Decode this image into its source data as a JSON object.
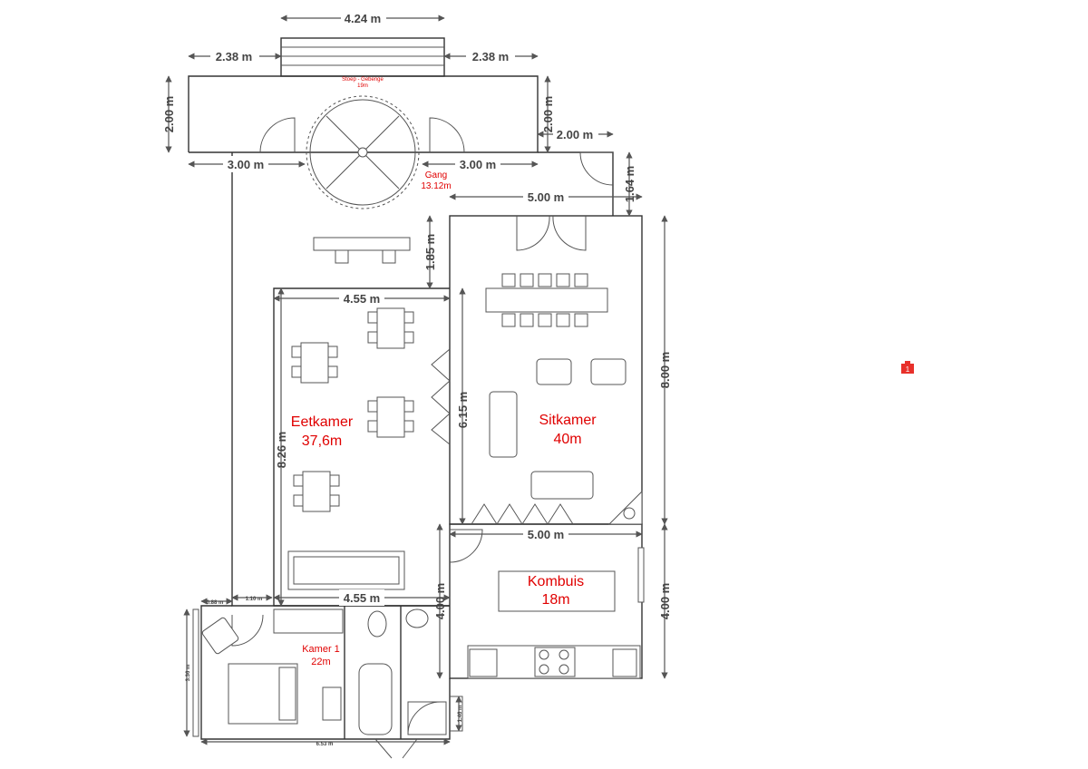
{
  "dimensions": {
    "top_width": "4.24 m",
    "stoep_left": "2.38 m",
    "stoep_right": "2.38 m",
    "stoep_depth_left": "2.00 m",
    "stoep_depth_right": "2.00 m",
    "gang_width_left": "3.00 m",
    "gang_width_right": "3.00 m",
    "entry_width": "2.00 m",
    "entry_depth": "1.64 m",
    "sitkamer_top": "5.00 m",
    "passage": "1.85 m",
    "eetkamer_top": "4.55 m",
    "eetkamer_height": "8.26 m",
    "eetkamer_bottom": "4.55 m",
    "bifold": "6.15 m",
    "sitkamer_height": "8.00 m",
    "kombuis_top": "5.00 m",
    "kombuis_left": "4.00 m",
    "kombuis_right": "4.00 m",
    "kamer_a": "0.88 m",
    "kamer_b": "1.10 m",
    "kamer_side": "3.36 m",
    "kamer_bottom": "6.53 m",
    "bath_small": "1.46 m"
  },
  "rooms": {
    "stoep_name": "Stoep - Gebenge",
    "stoep_area": "19m",
    "gang_name": "Gang",
    "gang_area": "13.12m",
    "eetkamer_name": "Eetkamer",
    "eetkamer_area": "37,6m",
    "sitkamer_name": "Sitkamer",
    "sitkamer_area": "40m",
    "kombuis_name": "Kombuis",
    "kombuis_area": "18m",
    "kamer_name": "Kamer 1",
    "kamer_area": "22m"
  },
  "marker": {
    "label": "1",
    "color": "#e8302a"
  }
}
